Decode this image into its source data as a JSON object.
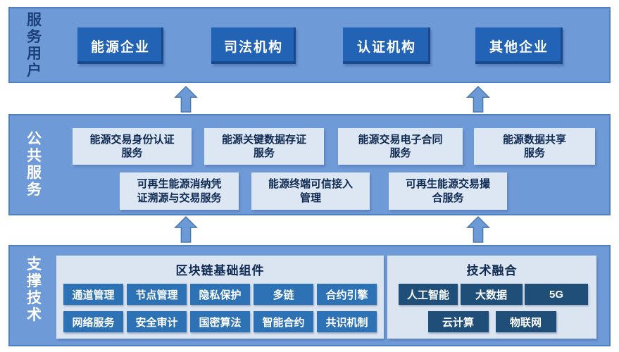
{
  "colors": {
    "band_bg": "#6f9ad8",
    "band_border": "#4f80c4",
    "user_box_bg": "#2263b5",
    "service_box_bg": "#dde7f3",
    "panel_bg": "#dbe5f1",
    "chain_chip_bg": "#2d72b4",
    "fusion_chip_bg": "#1f4e79",
    "arrow_fill": "#6c9ad6",
    "arrow_stroke": "#4a78ad",
    "dark_text": "#0e2a52",
    "users_label_color": "#1b3f77",
    "white_text": "#ffffff"
  },
  "users_band": {
    "label": "服务用户",
    "items": [
      "能源企业",
      "司法机构",
      "认证机构",
      "其他企业"
    ]
  },
  "services_band": {
    "label": "公共服务",
    "row1": [
      "能源交易身份认证\n服务",
      "能源关键数据存证\n服务",
      "能源交易电子合同\n服务",
      "能源数据共享\n服务"
    ],
    "row2": [
      "可再生能源消纳凭\n证溯源与交易服务",
      "能源终端可信接入\n管理",
      "可再生能源交易撮\n合服务"
    ]
  },
  "tech_band": {
    "label": "支撑技术",
    "blockchain": {
      "title": "区块链基础组件",
      "row1": [
        "通道管理",
        "节点管理",
        "隐私保护",
        "多链",
        "合约引擎"
      ],
      "row2": [
        "网络服务",
        "安全审计",
        "国密算法",
        "智能合约",
        "共识机制"
      ]
    },
    "fusion": {
      "title": "技术融合",
      "row1": [
        "人工智能",
        "大数据",
        "5G"
      ],
      "row2": [
        "云计算",
        "物联网"
      ]
    }
  }
}
